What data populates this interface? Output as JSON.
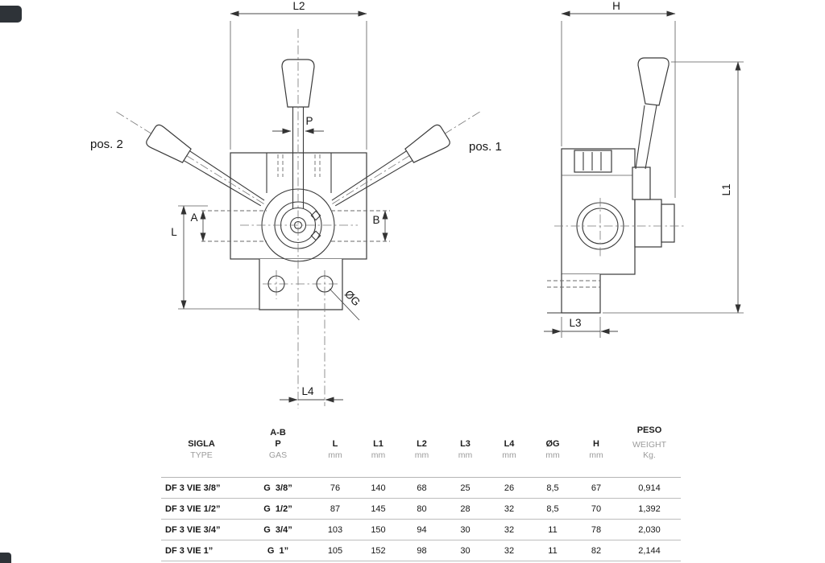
{
  "drawing": {
    "front": {
      "l2": "L2",
      "p": "P",
      "pos2": "pos. 2",
      "pos1": "pos. 1",
      "a": "A",
      "b": "B",
      "l": "L",
      "og": "ØG",
      "l4": "L4"
    },
    "side": {
      "h": "H",
      "l1": "L1",
      "l3": "L3"
    }
  },
  "table": {
    "header": {
      "sigla": "SIGLA",
      "type": "TYPE",
      "ab": "A-B",
      "p": "P",
      "gas": "GAS",
      "l": "L",
      "l1": "L1",
      "l2": "L2",
      "l3": "L3",
      "l4": "L4",
      "og": "ØG",
      "h": "H",
      "mm": "mm",
      "peso": "PESO",
      "weight": "WEIGHT",
      "kg": "Kg."
    },
    "rows": [
      {
        "sigla": "DF 3 VIE 3/8”",
        "gas": "G  3/8”",
        "l": "76",
        "l1": "140",
        "l2": "68",
        "l3": "25",
        "l4": "26",
        "og": "8,5",
        "h": "67",
        "peso": "0,914"
      },
      {
        "sigla": "DF 3 VIE 1/2”",
        "gas": "G  1/2”",
        "l": "87",
        "l1": "145",
        "l2": "80",
        "l3": "28",
        "l4": "32",
        "og": "8,5",
        "h": "70",
        "peso": "1,392"
      },
      {
        "sigla": "DF 3 VIE 3/4”",
        "gas": "G  3/4”",
        "l": "103",
        "l1": "150",
        "l2": "94",
        "l3": "30",
        "l4": "32",
        "og": "11",
        "h": "78",
        "peso": "2,030"
      },
      {
        "sigla": "DF 3 VIE 1”",
        "gas": "G  1”",
        "l": "105",
        "l1": "152",
        "l2": "98",
        "l3": "30",
        "l4": "32",
        "og": "11",
        "h": "82",
        "peso": "2,144"
      }
    ]
  }
}
